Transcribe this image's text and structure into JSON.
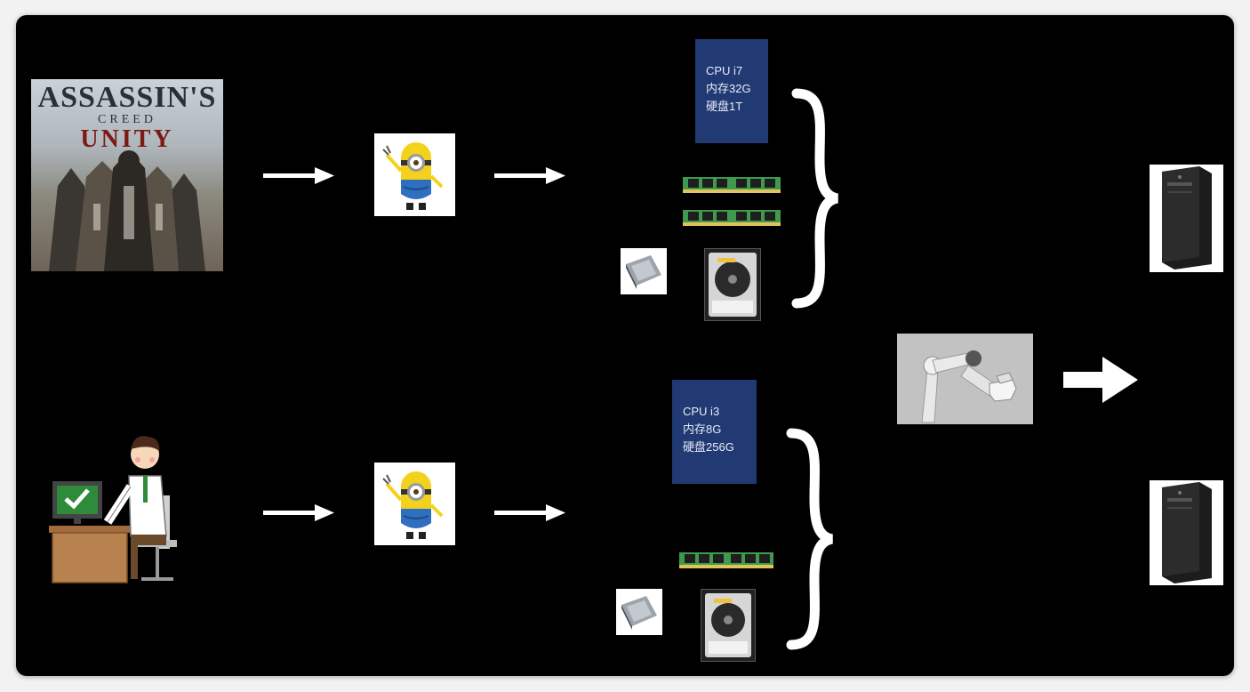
{
  "diagram": {
    "top_row": {
      "source": "assassins-creed-unity-cover",
      "cover_text": {
        "line1": "ASSASSIN'S",
        "line2": "CREED",
        "line3": "UNITY"
      },
      "spec": {
        "cpu": "CPU i7",
        "memory": "内存32G",
        "disk": "硬盘1T"
      }
    },
    "bottom_row": {
      "source": "office-worker-at-computer",
      "spec": {
        "cpu": "CPU i3",
        "memory": "内存8G",
        "disk": "硬盘256G"
      }
    },
    "assembler": "robot-arm",
    "outputs": [
      "desktop-tower-pc",
      "desktop-tower-pc"
    ]
  },
  "colors": {
    "background": "#000000",
    "spec_box": "#213a73",
    "arrow": "#ffffff",
    "minion_yellow": "#f4d21c",
    "ram_green": "#3f9a4e"
  }
}
